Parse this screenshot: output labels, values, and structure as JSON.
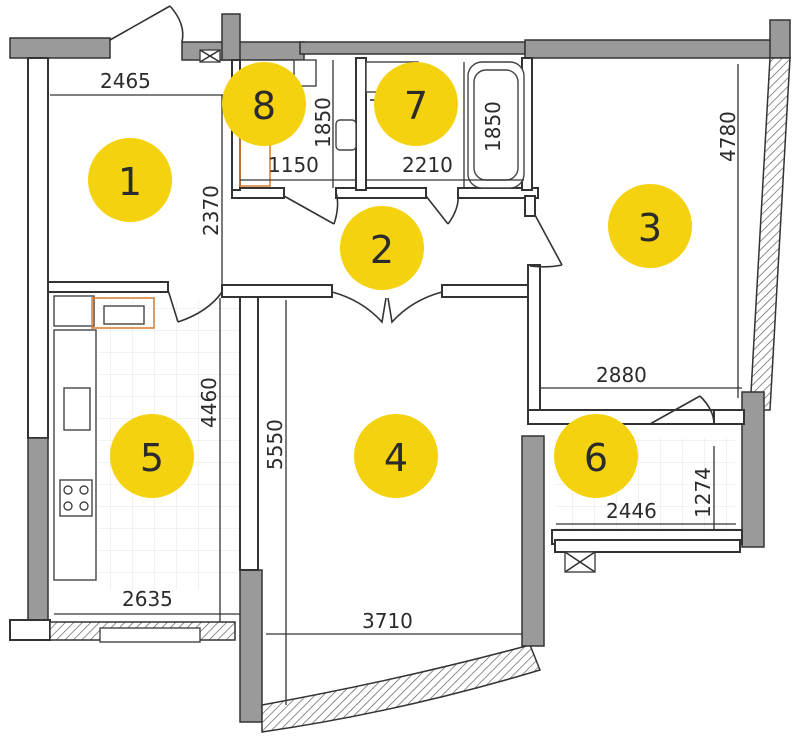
{
  "rooms": [
    {
      "number": "1"
    },
    {
      "number": "2"
    },
    {
      "number": "3"
    },
    {
      "number": "4"
    },
    {
      "number": "5"
    },
    {
      "number": "6"
    },
    {
      "number": "7"
    },
    {
      "number": "8"
    }
  ],
  "dimensions": {
    "room1_width": "2465",
    "room1_depth": "2370",
    "bath8_depth": "1850",
    "bath8_width": "1150",
    "bath7_depth": "1850",
    "bath7_width": "2210",
    "room3_depth": "4780",
    "room3_width": "2880",
    "room5_depth": "4460",
    "room5_width": "2635",
    "room4_depth": "5550",
    "room4_width": "3710",
    "balcony_width": "2446",
    "balcony_depth": "1274"
  },
  "colors": {
    "marker": "#f5d20f",
    "wall": "#333333",
    "wall_section": "#9a9a9a"
  }
}
